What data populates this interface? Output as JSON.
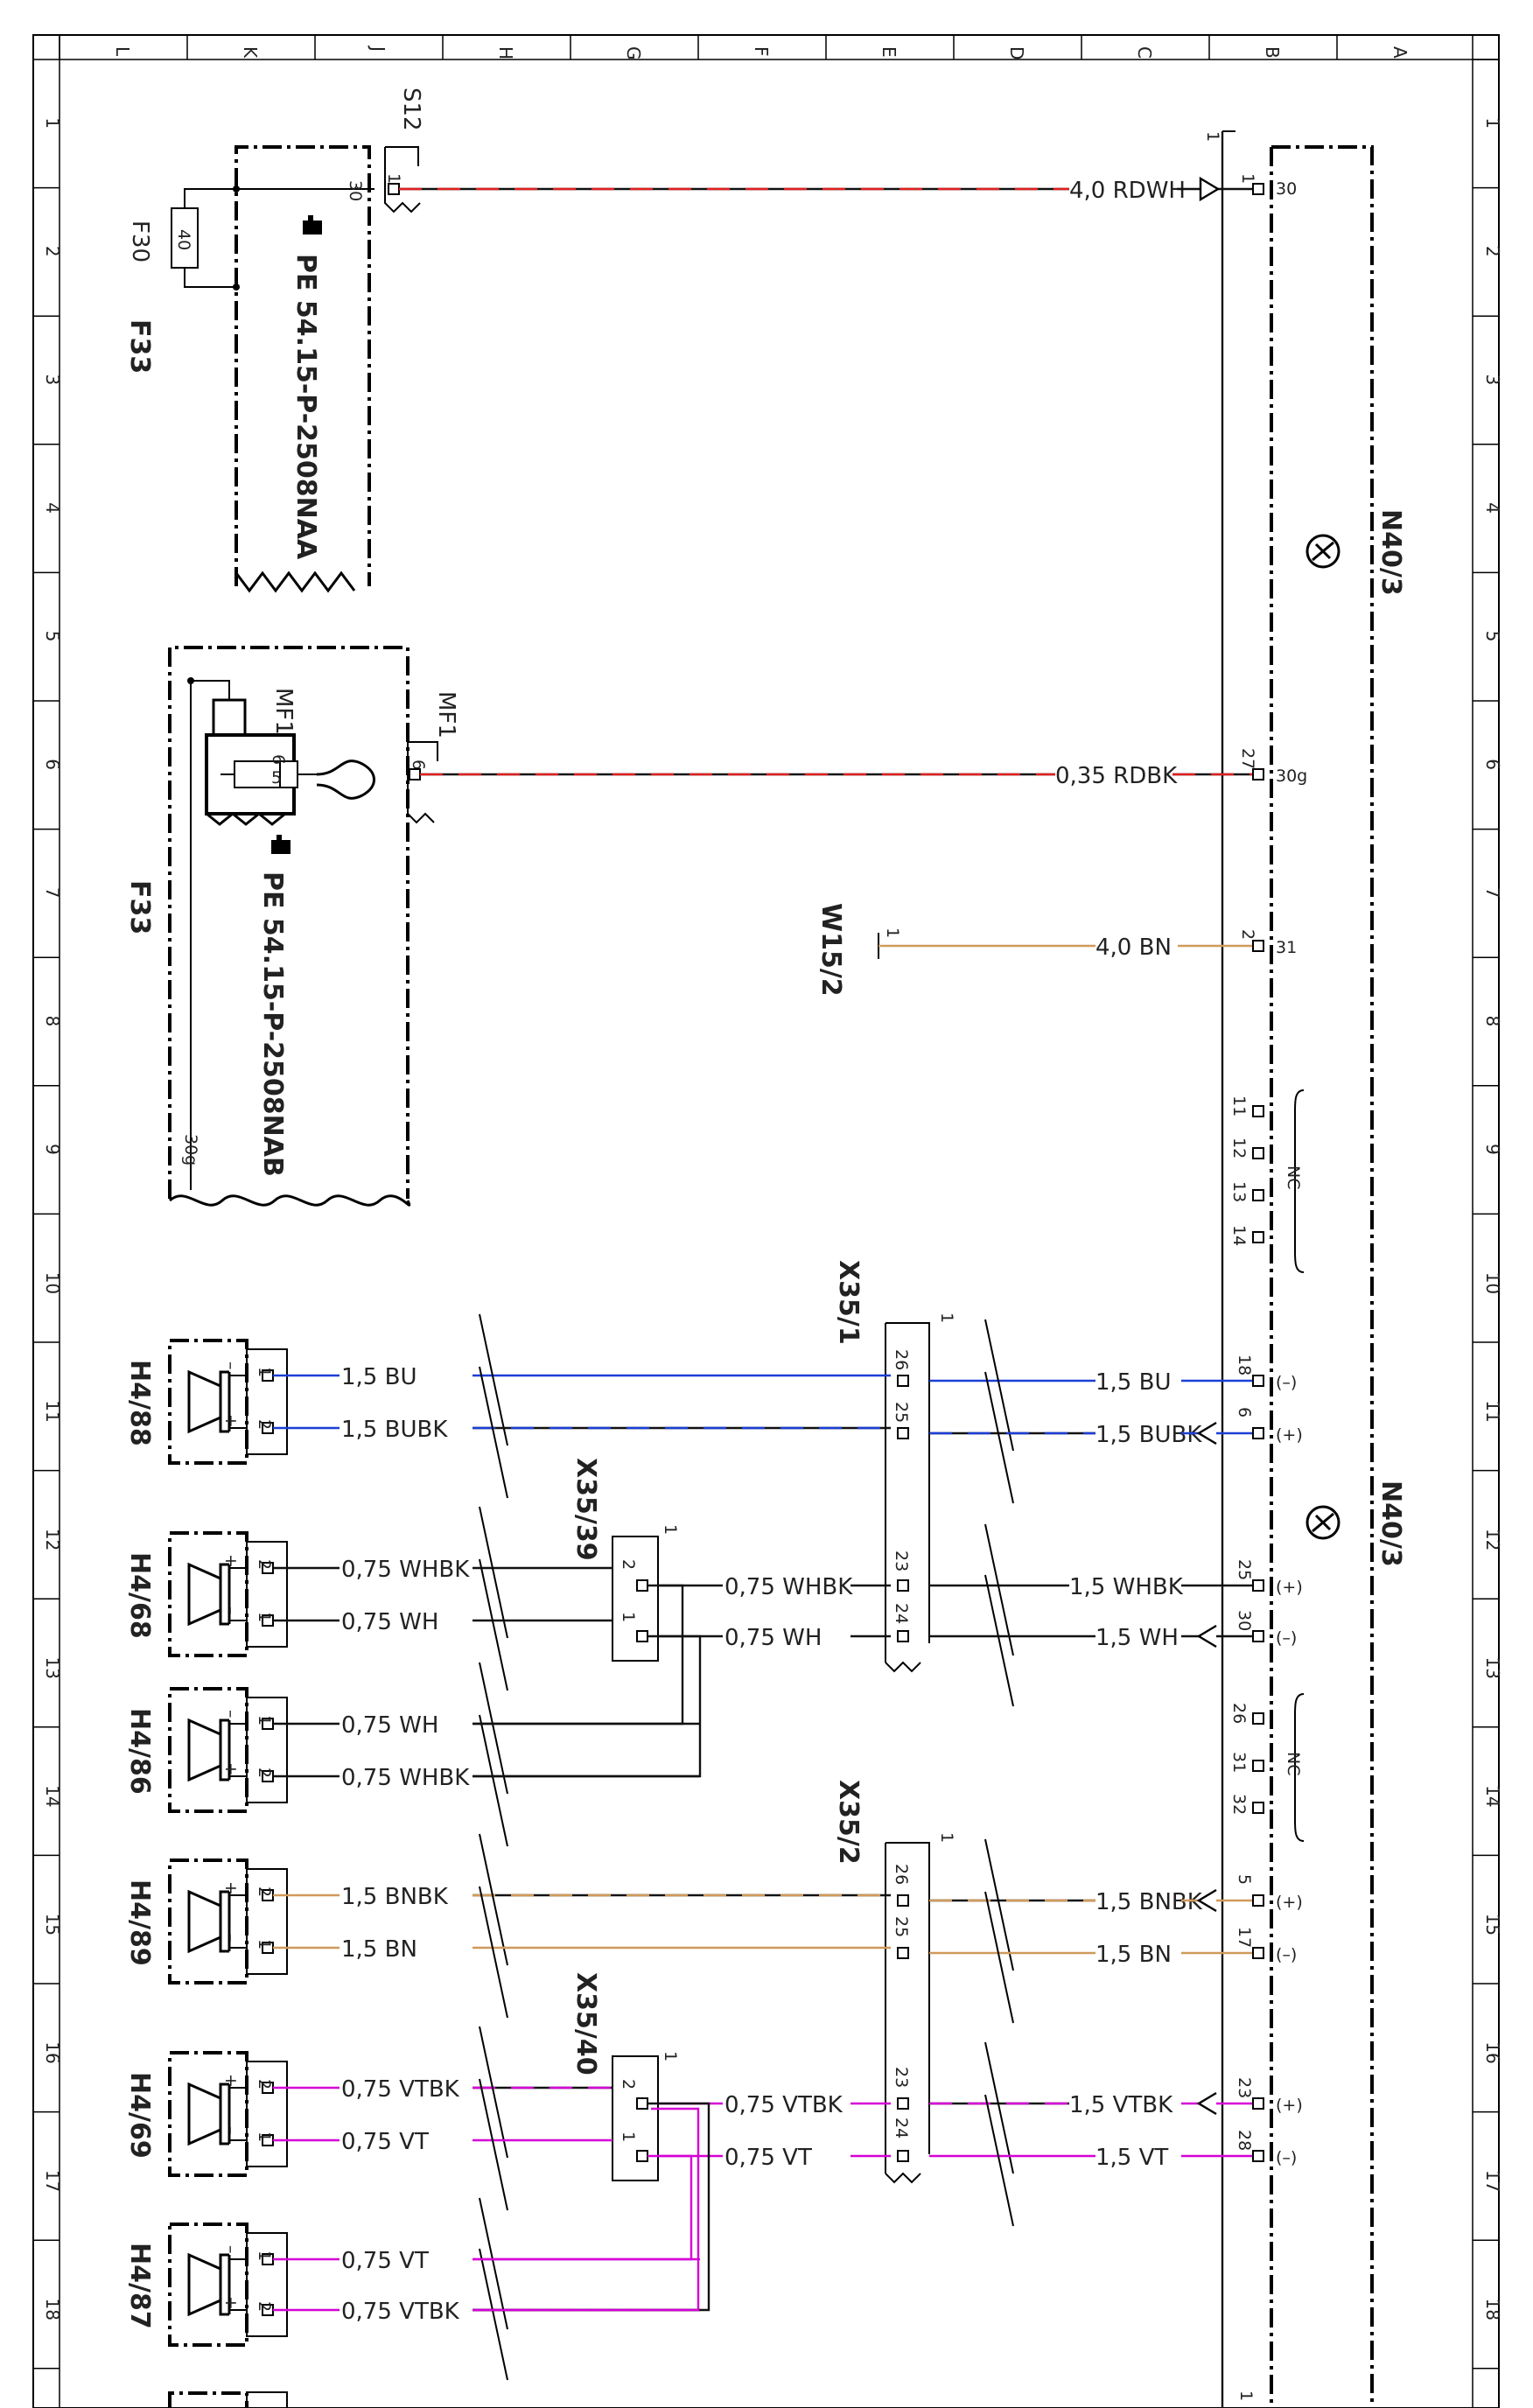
{
  "sheet": {
    "col_labels": [
      "L",
      "K",
      "J",
      "H",
      "G",
      "F",
      "E",
      "D",
      "C",
      "B",
      "A"
    ],
    "row_labels": [
      "1",
      "2",
      "3",
      "4",
      "5",
      "6",
      "7",
      "8",
      "9",
      "10",
      "11",
      "12",
      "13",
      "14",
      "15",
      "16",
      "17",
      "18"
    ]
  },
  "colors": {
    "RD": "#e02020",
    "BU": "#1a3fd6",
    "BN": "#d09a5a",
    "VT": "#d600d6",
    "BK": "#111111",
    "WH": "#111111"
  },
  "components": {
    "f33_top": {
      "name": "F33",
      "fuse": "F30",
      "fuse_value": "40",
      "terminal": "30",
      "ref": "PE 54.15-P-2508NAA"
    },
    "s12": {
      "name": "S12",
      "pin": "1"
    },
    "mf1_box": {
      "label": "MF1",
      "pin_a": "6",
      "pin_b": "5"
    },
    "mf1_conn": {
      "label": "MF1",
      "pin": "6"
    },
    "f33_bottom": {
      "name": "F33",
      "ref": "PE 54.15-P-2508NAB",
      "terminal": "30g"
    },
    "w15_2": {
      "name": "W15/2",
      "pin": "1"
    },
    "n40_3": {
      "name": "N40/3"
    },
    "x35_1": {
      "name": "X35/1",
      "pins": [
        "26",
        "25",
        "23",
        "24"
      ],
      "mark": "1"
    },
    "x35_2": {
      "name": "X35/2",
      "pins": [
        "26",
        "25",
        "23",
        "24"
      ],
      "mark": "1"
    },
    "x35_39": {
      "name": "X35/39",
      "pins": [
        "2",
        "1"
      ],
      "mark": "1"
    },
    "x35_40": {
      "name": "X35/40",
      "pins": [
        "2",
        "1"
      ],
      "mark": "1"
    },
    "speakers": [
      {
        "name": "H4/88"
      },
      {
        "name": "H4/68"
      },
      {
        "name": "H4/86"
      },
      {
        "name": "H4/89"
      },
      {
        "name": "H4/69"
      },
      {
        "name": "H4/87"
      }
    ],
    "nc_label": "NC"
  },
  "wires_right": [
    {
      "label": "4,0 RDWH",
      "pin": "1",
      "term": "30"
    },
    {
      "label": "0,35 RDBK",
      "pin": "27",
      "term": "30g"
    },
    {
      "label": "4,0 BN",
      "pin": "2",
      "term": "31"
    },
    {
      "label": "1,5 BU",
      "pin": "18",
      "term": "(–)"
    },
    {
      "label": "1,5 BUBK",
      "pin": "6",
      "term": "(+)"
    },
    {
      "label": "1,5 WHBK",
      "pin": "25",
      "term": "(+)"
    },
    {
      "label": "1,5 WH",
      "pin": "30",
      "term": "(–)"
    },
    {
      "label": "1,5 BNBK",
      "pin": "5",
      "term": "(+)"
    },
    {
      "label": "1,5 BN",
      "pin": "17",
      "term": "(–)"
    },
    {
      "label": "1,5 VTBK",
      "pin": "23",
      "term": "(+)"
    },
    {
      "label": "1,5 VT",
      "pin": "28",
      "term": "(–)"
    }
  ],
  "nc_pins_a": [
    "11",
    "12",
    "13",
    "14"
  ],
  "nc_pins_b": [
    "26",
    "31",
    "32"
  ],
  "wires_left": [
    {
      "label": "1,5 BU",
      "pin": "1",
      "pol": "–"
    },
    {
      "label": "1,5 BUBK",
      "pin": "2",
      "pol": "+"
    },
    {
      "label": "0,75 WHBK",
      "pin": "2",
      "pol": "+"
    },
    {
      "label": "0,75 WH",
      "pin": "1",
      "pol": "–"
    },
    {
      "label": "0,75 WH",
      "pin": "1",
      "pol": "–"
    },
    {
      "label": "0,75 WHBK",
      "pin": "2",
      "pol": "+"
    },
    {
      "label": "1,5 BNBK",
      "pin": "2",
      "pol": "+"
    },
    {
      "label": "1,5 BN",
      "pin": "1",
      "pol": "–"
    },
    {
      "label": "0,75 VTBK",
      "pin": "2",
      "pol": "+"
    },
    {
      "label": "0,75 VT",
      "pin": "1",
      "pol": "–"
    },
    {
      "label": "0,75 VT",
      "pin": "1",
      "pol": "–"
    },
    {
      "label": "0,75 VTBK",
      "pin": "2",
      "pol": "+"
    }
  ],
  "wires_mid": [
    {
      "label": "0,75 WHBK"
    },
    {
      "label": "0,75 WH"
    },
    {
      "label": "0,75 VTBK"
    },
    {
      "label": "0,75 VT"
    }
  ],
  "bottom_pin": "1"
}
